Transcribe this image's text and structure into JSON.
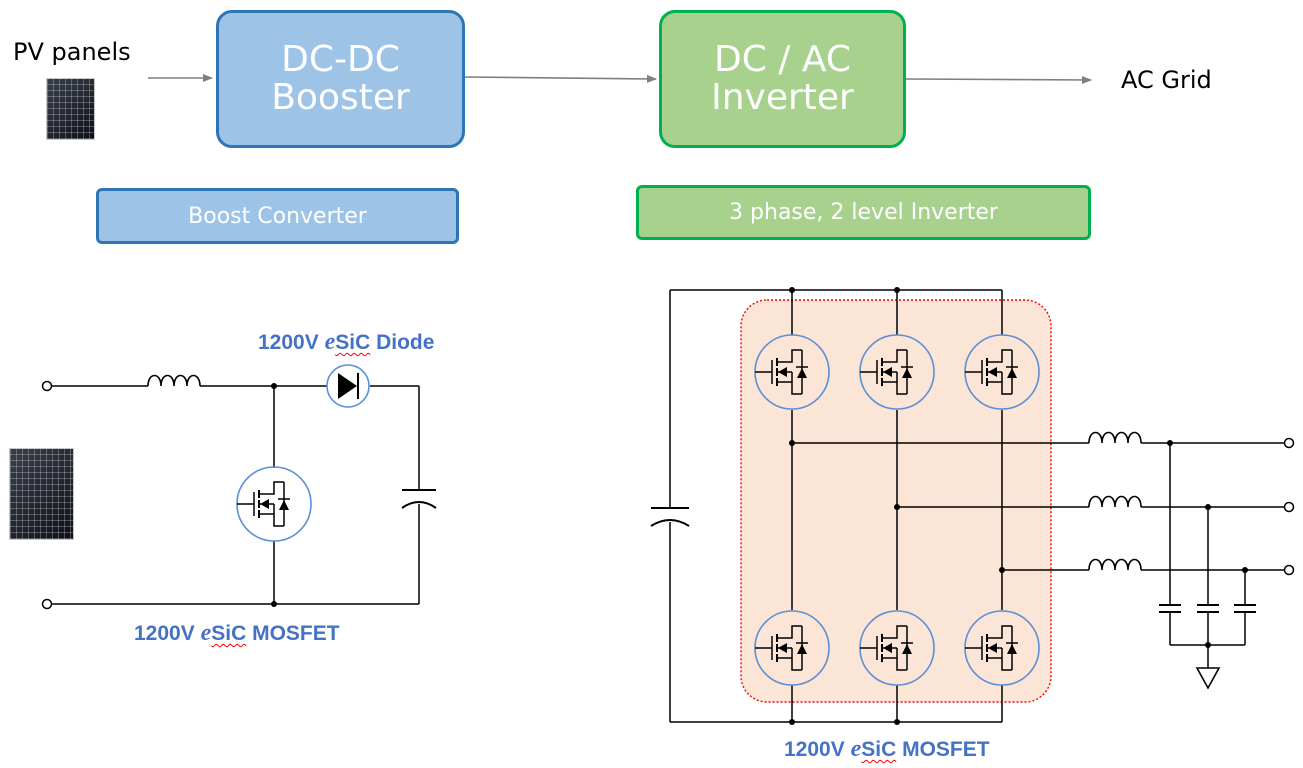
{
  "top_flow": {
    "pv_label": "PV panels",
    "dcdc_block": "DC-DC\nBooster",
    "dcac_block": "DC / AC\nInverter",
    "grid_label": "AC Grid"
  },
  "boost_tag": "Boost Converter",
  "inverter_tag": "3 phase, 2 level Inverter",
  "boost_circuit": {
    "diode_caption": {
      "voltage": "1200V",
      "brand_e": "e",
      "brand_sic": "SiC",
      "device": "Diode"
    },
    "mosfet_caption": {
      "voltage": "1200V",
      "brand_e": "e",
      "brand_sic": "SiC",
      "device": "MOSFET"
    }
  },
  "inverter_circuit": {
    "mosfet_caption": {
      "voltage": "1200V",
      "brand_e": "e",
      "brand_sic": "SiC",
      "device": "MOSFET"
    }
  },
  "colors": {
    "blue_fill": "#9dc3e6",
    "blue_border": "#2e75b6",
    "green_fill": "#a9d18e",
    "green_border": "#00b050",
    "caption": "#4472c4",
    "highlight": "#fbe5d6",
    "highlight_border": "#ff0000",
    "device_circle": "#5b8fd6"
  }
}
